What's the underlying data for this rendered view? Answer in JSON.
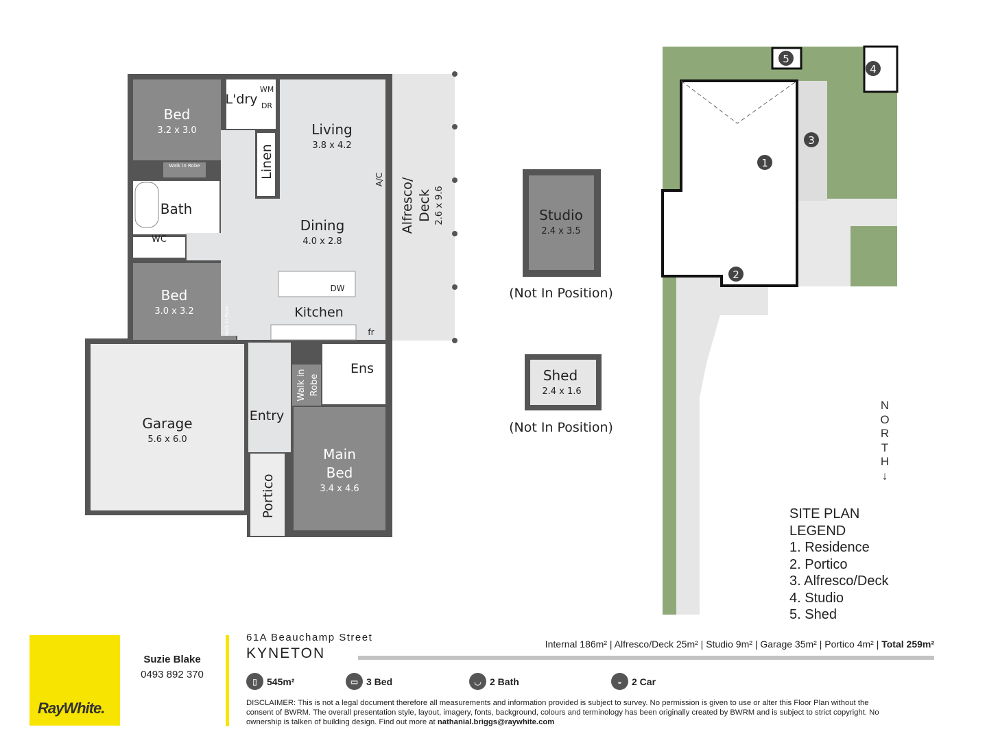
{
  "rooms": {
    "bed1": {
      "name": "Bed",
      "size": "3.2 x 3.0"
    },
    "bed2": {
      "name": "Bed",
      "size": "3.0 x 3.2"
    },
    "main_bed": {
      "name1": "Main",
      "name2": "Bed",
      "size": "3.4 x 4.6"
    },
    "laundry": "L'dry",
    "wm": "WM",
    "dr": "DR",
    "linen": "Linen",
    "living": {
      "name": "Living",
      "size": "3.8 x 4.2"
    },
    "dining": {
      "name": "Dining",
      "size": "4.0 x 2.8"
    },
    "kitchen": "Kitchen",
    "dw": "DW",
    "fr": "fr",
    "ac": "A/C",
    "bath": "Bath",
    "wc": "WC",
    "walk_in_robe_1": "Walk in Robe",
    "walk_in_robe_2": "Walk in Robe",
    "walk_in_robe_3a": "Walk in",
    "walk_in_robe_3b": "Robe",
    "ens": "Ens",
    "entry": "Entry",
    "portico": "Portico",
    "garage": {
      "name": "Garage",
      "size": "5.6 x 6.0"
    },
    "alfresco": {
      "name1": "Alfresco/",
      "name2": "Deck",
      "size": "2.6 x 9.6"
    },
    "studio": {
      "name": "Studio",
      "size": "2.4 x 3.5",
      "note": "(Not In Position)"
    },
    "shed": {
      "name": "Shed",
      "size": "2.4 x 1.6",
      "note": "(Not In Position)"
    }
  },
  "site_plan": {
    "markers": [
      "1",
      "2",
      "3",
      "4",
      "5"
    ],
    "north": [
      "N",
      "O",
      "R",
      "T",
      "H",
      "↓"
    ],
    "legend": [
      "SITE PLAN",
      "LEGEND",
      "1. Residence",
      "2. Portico",
      "3. Alfresco/Deck",
      "4. Studio",
      "5. Shed"
    ]
  },
  "footer": {
    "brand": "RayWhite.",
    "agent_name": "Suzie Blake",
    "agent_phone": "0493 892 370",
    "street": "61A Beauchamp Street",
    "suburb": "KYNETON",
    "areas": [
      "Internal 186m² | ",
      "Alfresco/Deck 25m² | ",
      "Studio 9m² | ",
      "Garage 35m² | ",
      "Portico 4m² | "
    ],
    "total": "Total 259m²",
    "features": [
      {
        "icon": "land-icon",
        "label": "545m²"
      },
      {
        "icon": "bed-icon",
        "label": "3 Bed"
      },
      {
        "icon": "bath-icon",
        "label": "2 Bath"
      },
      {
        "icon": "car-icon",
        "label": "2 Car"
      }
    ],
    "disclaimer": "DISCLAIMER: This is not a legal document therefore all measurements and information provided is subject to survey. No permission is given to use or alter this Floor Plan without the consent of BWRM. The overall presentation style, layout, imagery, fonts, background, colours and terminology has been originally created by BWRM and is subject to strict copyright. No ownership is talken of building design. Find out more at ",
    "email": "nathanial.briggs@raywhite.com"
  },
  "colors": {
    "wall": "#555555",
    "bedroom": "#8a8a8a",
    "living": "#e3e4e5",
    "wet": "#ffffff",
    "grass": "#8fa878",
    "brand": "#f7e400"
  }
}
